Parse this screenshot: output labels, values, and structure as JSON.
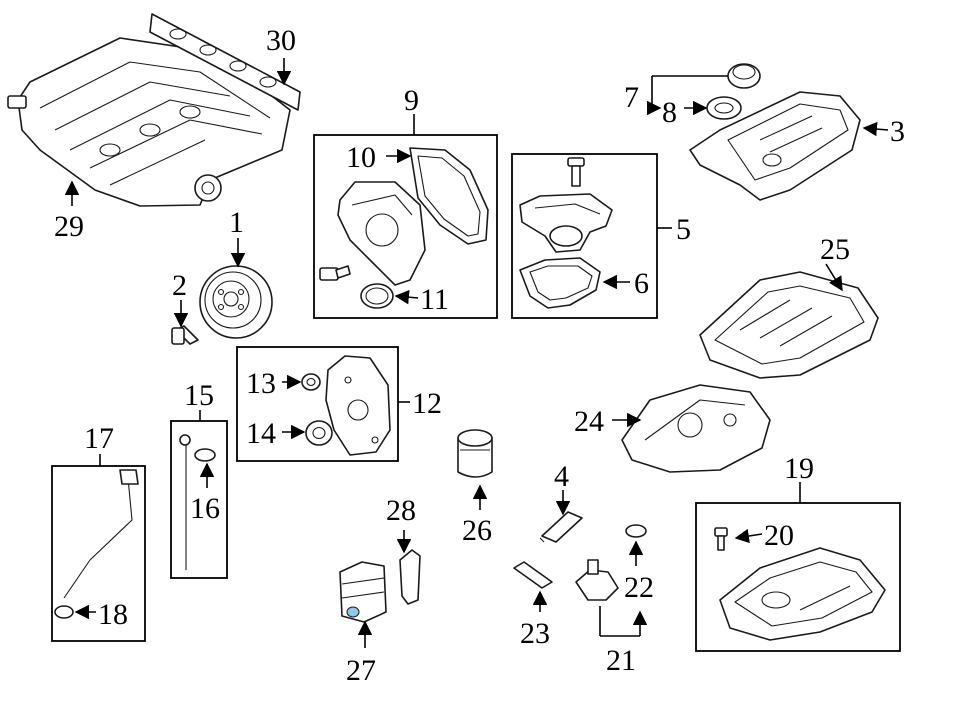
{
  "callouts": {
    "c1": "1",
    "c2": "2",
    "c3": "3",
    "c4": "4",
    "c5": "5",
    "c6": "6",
    "c7": "7",
    "c8": "8",
    "c9": "9",
    "c10": "10",
    "c11": "11",
    "c12": "12",
    "c13": "13",
    "c14": "14",
    "c15": "15",
    "c16": "16",
    "c17": "17",
    "c18": "18",
    "c19": "19",
    "c20": "20",
    "c21": "21",
    "c22": "22",
    "c23": "23",
    "c24": "24",
    "c25": "25",
    "c26": "26",
    "c27": "27",
    "c28": "28",
    "c29": "29",
    "c30": "30"
  },
  "colors": {
    "line": "#1a1a1a",
    "background": "#ffffff",
    "seal_highlight": "#8ec8ea"
  }
}
